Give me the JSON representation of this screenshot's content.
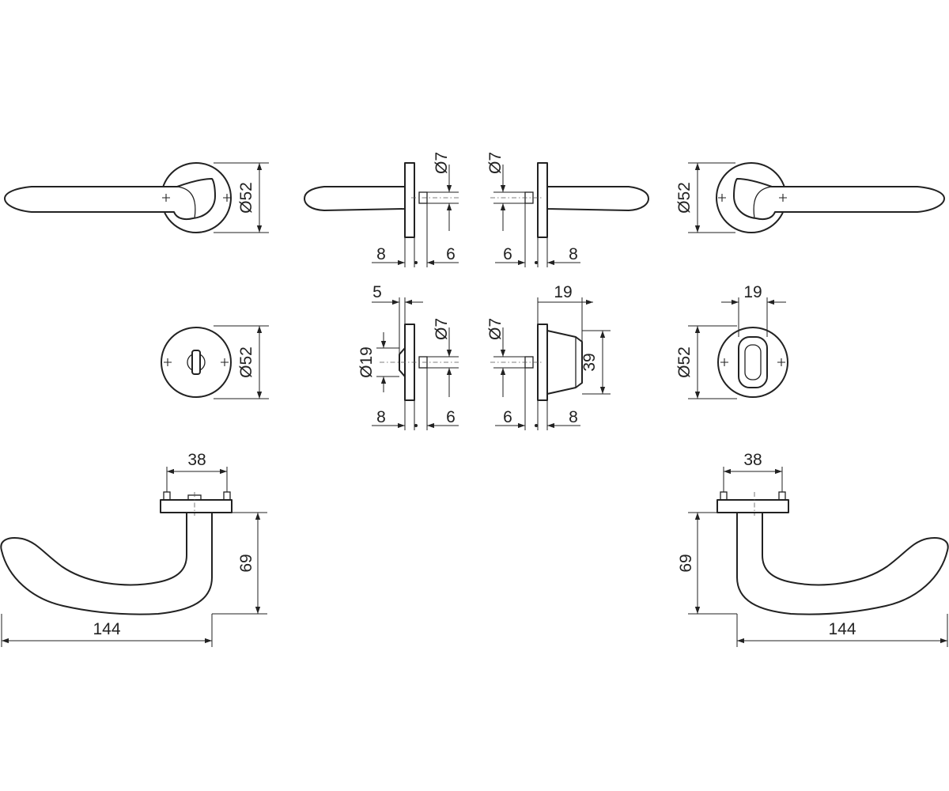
{
  "drawing": {
    "line_color": "#222222",
    "background": "#ffffff",
    "dimensions": {
      "lever_rose_left_dia": "Ø52",
      "lever_side_left_rod_dia": "Ø7",
      "lever_side_left_a": "8",
      "lever_side_left_b": "6",
      "lever_side_right_rod_dia": "Ø7",
      "lever_side_right_a": "6",
      "lever_side_right_b": "8",
      "lever_rose_right_dia": "Ø52",
      "turn_side_top": "5",
      "turn_side_knob_dia": "Ø19",
      "turn_side_rod_dia": "Ø7",
      "turn_side_a": "8",
      "turn_side_b": "6",
      "release_side_top": "19",
      "release_side_rod_dia": "Ø7",
      "release_side_height": "39",
      "release_side_a": "6",
      "release_side_b": "8",
      "turn_rose_dia": "Ø52",
      "release_rose_dia": "Ø52",
      "release_rose_width": "19",
      "handle_left_spacing": "38",
      "handle_left_height": "69",
      "handle_left_length": "144",
      "handle_right_spacing": "38",
      "handle_right_height": "69",
      "handle_right_length": "144"
    }
  }
}
